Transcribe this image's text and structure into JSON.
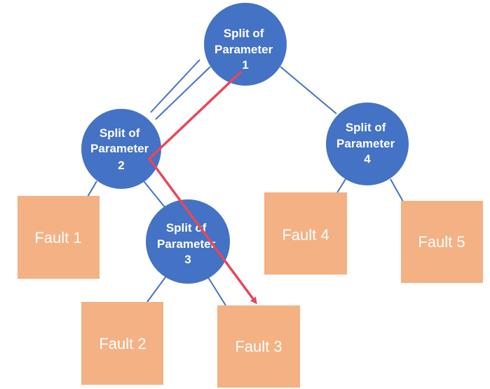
{
  "colors": {
    "split_node": "#4472C4",
    "leaf": "#F4B183",
    "edge": "#4472C4",
    "highlight_path": "#E8465A",
    "node_text": "#FFFFFF"
  },
  "nodes": [
    {
      "id": "split1",
      "lines": [
        "Split of",
        "Parameter",
        "1"
      ]
    },
    {
      "id": "split2",
      "lines": [
        "Split of",
        "Parameter",
        "2"
      ]
    },
    {
      "id": "split3",
      "lines": [
        "Split of",
        "Parameter",
        "3"
      ]
    },
    {
      "id": "split4",
      "lines": [
        "Split of",
        "Parameter",
        "4"
      ]
    }
  ],
  "leaves": [
    {
      "id": "fault1",
      "label": "Fault 1"
    },
    {
      "id": "fault2",
      "label": "Fault 2"
    },
    {
      "id": "fault3",
      "label": "Fault 3"
    },
    {
      "id": "fault4",
      "label": "Fault 4"
    },
    {
      "id": "fault5",
      "label": "Fault 5"
    }
  ]
}
